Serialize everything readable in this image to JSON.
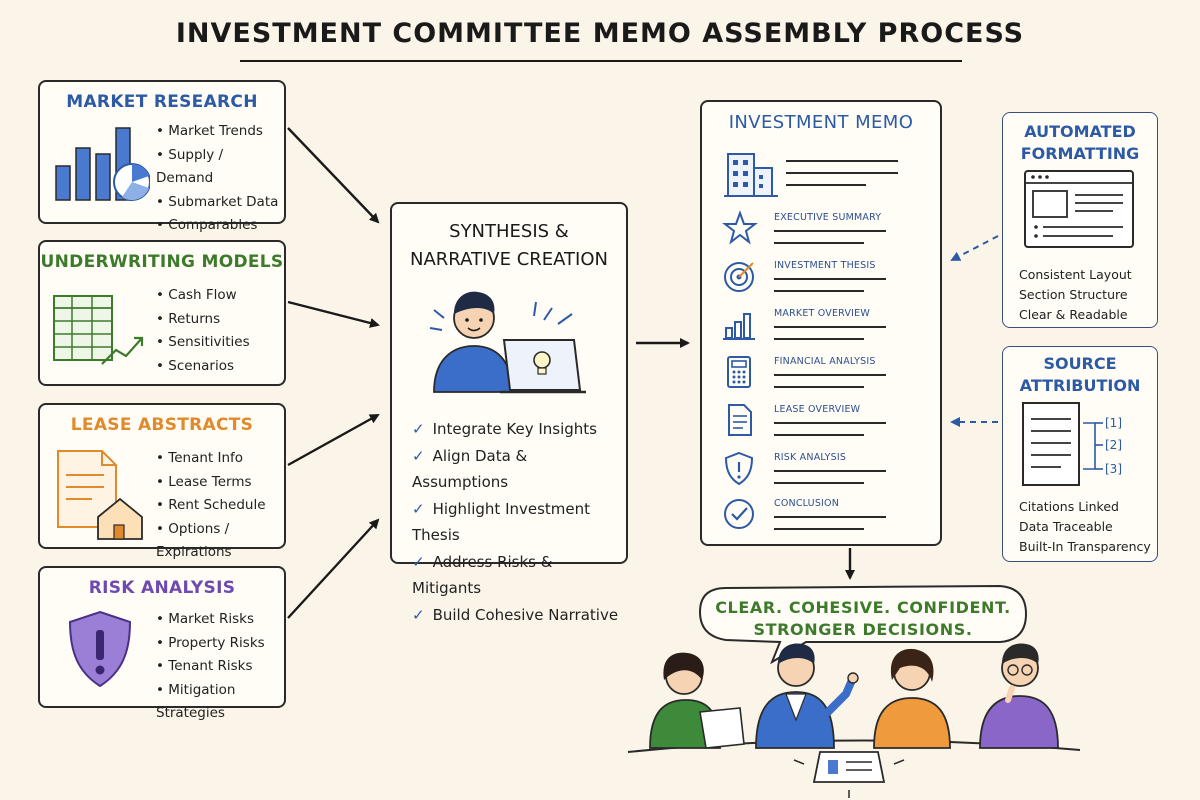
{
  "title": "INVESTMENT COMMITTEE MEMO ASSEMBLY PROCESS",
  "sources": [
    {
      "title": "MARKET RESEARCH",
      "color": "#2c5aa5",
      "icon": "bar-chart-pie-icon",
      "items": [
        "Market Trends",
        "Supply / Demand",
        "Submarket Data",
        "Comparables"
      ]
    },
    {
      "title": "UNDERWRITING MODELS",
      "color": "#3d7a2c",
      "icon": "spreadsheet-growth-icon",
      "items": [
        "Cash Flow",
        "Returns",
        "Sensitivities",
        "Scenarios"
      ]
    },
    {
      "title": "LEASE ABSTRACTS",
      "color": "#e08a2c",
      "icon": "document-house-icon",
      "items": [
        "Tenant Info",
        "Lease Terms",
        "Rent Schedule",
        "Options / Expirations"
      ]
    },
    {
      "title": "RISK ANALYSIS",
      "color": "#6e4ab0",
      "icon": "shield-alert-icon",
      "items": [
        "Market Risks",
        "Property Risks",
        "Tenant Risks",
        "Mitigation Strategies"
      ]
    }
  ],
  "synthesis": {
    "title_line1": "SYNTHESIS &",
    "title_line2": "NARRATIVE CREATION",
    "icon": "person-laptop-idea-icon",
    "checks": [
      "Integrate Key Insights",
      "Align Data & Assumptions",
      "Highlight Investment Thesis",
      "Address Risks & Mitigants",
      "Build Cohesive Narrative"
    ]
  },
  "memo": {
    "title": "INVESTMENT MEMO",
    "sections": [
      {
        "label": "EXECUTIVE SUMMARY",
        "icon": "star-icon"
      },
      {
        "label": "INVESTMENT THESIS",
        "icon": "target-icon"
      },
      {
        "label": "MARKET OVERVIEW",
        "icon": "bar-chart-icon"
      },
      {
        "label": "FINANCIAL ANALYSIS",
        "icon": "calculator-icon"
      },
      {
        "label": "LEASE OVERVIEW",
        "icon": "document-icon"
      },
      {
        "label": "RISK ANALYSIS",
        "icon": "shield-alert-icon"
      },
      {
        "label": "CONCLUSION",
        "icon": "check-circle-icon"
      }
    ]
  },
  "formatting": {
    "title_line1": "AUTOMATED",
    "title_line2": "FORMATTING",
    "items": [
      "Consistent Layout",
      "Section Structure",
      "Clear & Readable"
    ]
  },
  "attribution": {
    "title_line1": "SOURCE",
    "title_line2": "ATTRIBUTION",
    "refs": [
      "[1]",
      "[2]",
      "[3]"
    ],
    "items": [
      "Citations Linked",
      "Data Traceable",
      "Built-In Transparency"
    ]
  },
  "outcome": {
    "line1": "CLEAR. COHESIVE. CONFIDENT.",
    "line2": "STRONGER DECISIONS."
  },
  "colors": {
    "ink": "#2a2a2a",
    "accent_blue": "#2c5aa5",
    "green": "#3d7a2c",
    "orange": "#e08a2c",
    "purple": "#6e4ab0",
    "paper": "#fbf5e9"
  }
}
